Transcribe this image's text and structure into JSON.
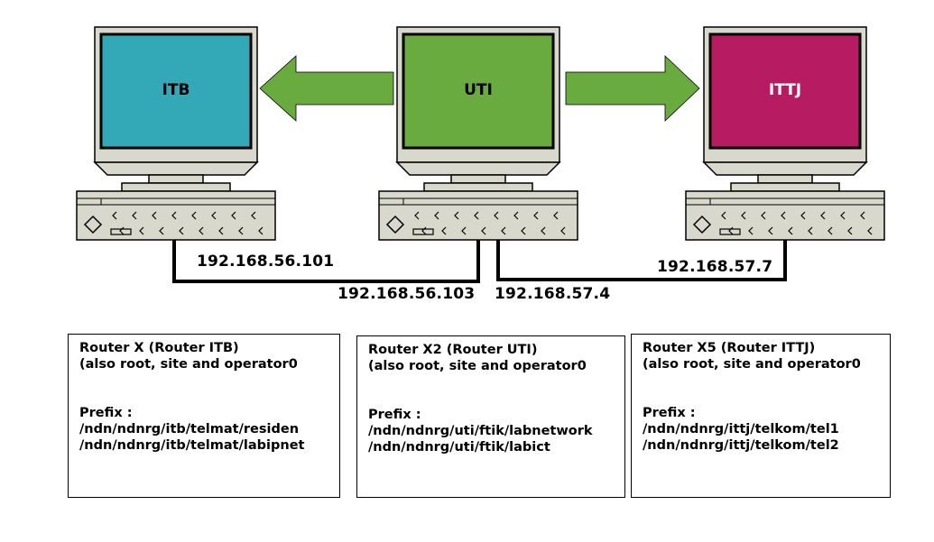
{
  "computers": [
    {
      "id": "itb",
      "label": "ITB",
      "screen_color": "#33a9b7",
      "label_color": "#000000"
    },
    {
      "id": "uti",
      "label": "UTI",
      "screen_color": "#6aab3f",
      "label_color": "#000000"
    },
    {
      "id": "ittj",
      "label": "ITTJ",
      "screen_color": "#b71c63",
      "label_color": "#ffffff"
    }
  ],
  "arrow_color": "#6aab3f",
  "ip_labels": {
    "itb": "192.168.56.101",
    "uti_left": "192.168.56.103",
    "uti_right": "192.168.57.4",
    "ittj": "192.168.57.7"
  },
  "routers": [
    {
      "title": "Router X (Router ITB)",
      "subtitle": "(also root, site and operator0",
      "prefix_label": "Prefix :",
      "prefixes": [
        "/ndn/ndnrg/itb/telmat/residen",
        "/ndn/ndnrg/itb/telmat/labipnet"
      ]
    },
    {
      "title": "Router X2 (Router UTI)",
      "subtitle": "(also root, site and operator0",
      "prefix_label": "Prefix :",
      "prefixes": [
        "/ndn/ndnrg/uti/ftik/labnetwork",
        "/ndn/ndnrg/uti/ftik/labict"
      ]
    },
    {
      "title": "Router X5 (Router ITTJ)",
      "subtitle": "(also root, site and operator0",
      "prefix_label": "Prefix :",
      "prefixes": [
        "/ndn/ndnrg/ittj/telkom/tel1",
        "/ndn/ndnrg/ittj/telkom/tel2"
      ]
    }
  ]
}
